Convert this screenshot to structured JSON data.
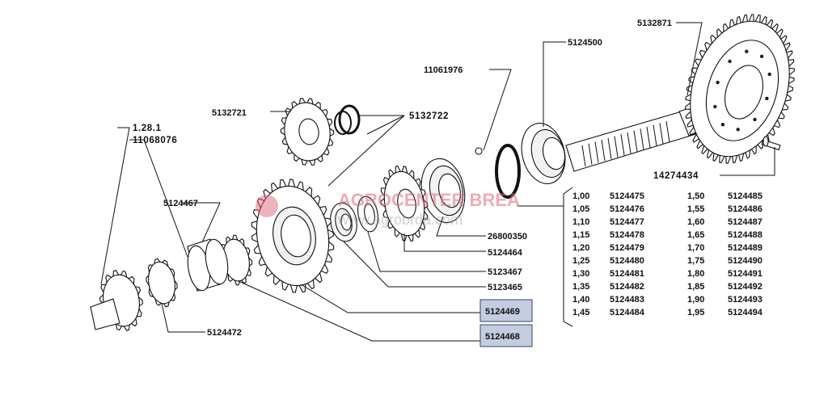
{
  "watermark": {
    "brand": "AGROCENTER BREA",
    "url": "www.agrobrda.com"
  },
  "callouts": {
    "ref_1": "1.28.1",
    "ref_2": "11068076",
    "p_5132721": "5132721",
    "p_5132722": "5132722",
    "p_11061976": "11061976",
    "p_5124500": "5124500",
    "p_5132871": "5132871",
    "p_14274434": "14274434",
    "p_5124467": "5124467",
    "p_26800350": "26800350",
    "p_5124464": "5124464",
    "p_5123467": "5123467",
    "p_5123465": "5123465",
    "p_5124469": "5124469",
    "p_5124468": "5124468",
    "p_5124472": "5124472"
  },
  "shim_table": {
    "rows": [
      [
        "1,00",
        "5124475",
        "1,50",
        "5124485"
      ],
      [
        "1,05",
        "5124476",
        "1,55",
        "5124486"
      ],
      [
        "1,10",
        "5124477",
        "1,60",
        "5124487"
      ],
      [
        "1,15",
        "5124478",
        "1,65",
        "5124488"
      ],
      [
        "1,20",
        "5124479",
        "1,70",
        "5124489"
      ],
      [
        "1,25",
        "5124480",
        "1,75",
        "5124490"
      ],
      [
        "1,30",
        "5124481",
        "1,80",
        "5124491"
      ],
      [
        "1,35",
        "5124482",
        "1,85",
        "5124492"
      ],
      [
        "1,40",
        "5124483",
        "1,90",
        "5124493"
      ],
      [
        "1,45",
        "5124484",
        "1,95",
        "5124494"
      ]
    ]
  },
  "colors": {
    "highlight_fill": "#c4cde0",
    "highlight_border": "#3b4663",
    "watermark_red": "#e06a78"
  }
}
